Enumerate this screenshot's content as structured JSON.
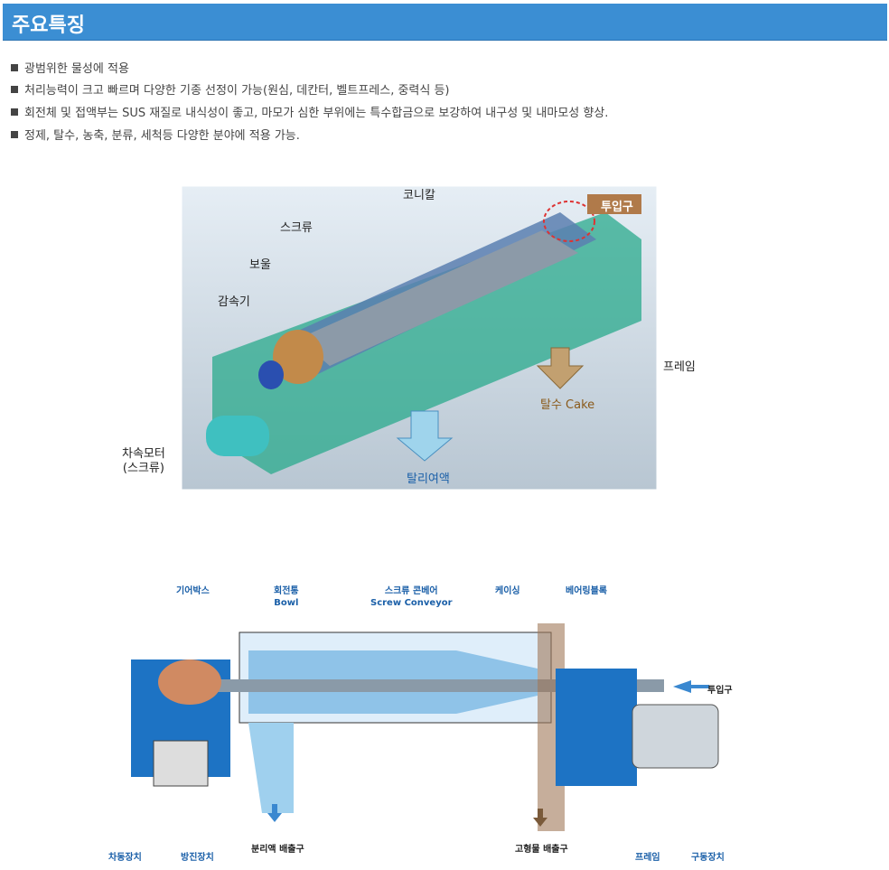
{
  "header": {
    "title": "주요특징"
  },
  "features": [
    "광범위한 물성에 적용",
    "처리능력이 크고 빠르며 다양한 기종 선정이 가능(원심, 데칸터, 벨트프레스, 중력식 등)",
    "회전체 및 접액부는 SUS 재질로 내식성이 좋고, 마모가 심한 부위에는 특수합금으로 보강하여 내구성 및 내마모성 향상.",
    "정제, 탈수, 농축, 분류, 세척등 다양한 분야에 적용 가능."
  ],
  "diagram1": {
    "labels": {
      "conical": "코니칼",
      "inlet": "투입구",
      "screw": "스크류",
      "bowl": "보울",
      "reducer": "감속기",
      "frame": "프레임",
      "cake": "탈수 Cake",
      "filtrate": "탈리여액",
      "motor1": "차속모터",
      "motor2": "(스크류)"
    }
  },
  "diagram2": {
    "labels": {
      "gearbox": "기어박스",
      "bowl_kr": "회전통",
      "bowl_en": "Bowl",
      "screw_kr": "스크류 콘베어",
      "screw_en": "Screw Conveyor",
      "casing": "케이싱",
      "bearing": "베어링블록",
      "inlet": "투입구",
      "diff": "차동장치",
      "vib": "방진장치",
      "liquid_out": "분리액 배출구",
      "solid_out": "고형물 배출구",
      "frame": "프레임",
      "drive": "구동장치"
    }
  }
}
